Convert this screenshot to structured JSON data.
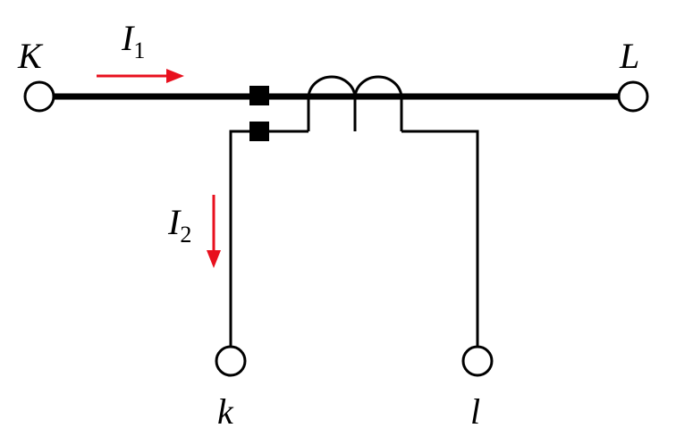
{
  "labels": {
    "primary_in": "K",
    "primary_out": "L",
    "secondary_left": "k",
    "secondary_right": "l"
  },
  "currents": {
    "primary": {
      "symbol": "I",
      "subscript": "1"
    },
    "secondary": {
      "symbol": "I",
      "subscript": "2"
    }
  },
  "colors": {
    "wire": "#000000",
    "arrow": "#e8101e",
    "terminal_fill": "#ffffff",
    "polarity_mark": "#000000"
  }
}
